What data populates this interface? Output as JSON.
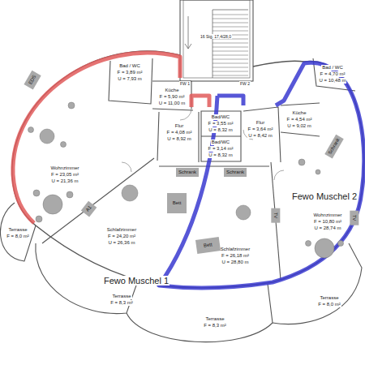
{
  "diagram": {
    "nodes": [
      {
        "text": [
          "EDS"
        ]
      },
      {
        "text": [
          "A1"
        ]
      },
      {
        "text": [
          "Schrank"
        ]
      },
      {
        "text": [
          "Schrank"
        ]
      },
      {
        "text": [
          "Bett"
        ]
      },
      {
        "text": [
          "Bett"
        ]
      },
      {
        "text": [
          "Schrank"
        ]
      },
      {
        "text": [
          "TV"
        ]
      },
      {
        "text": [
          "TV"
        ]
      }
    ],
    "labels": [
      "16 Stg. 17,4/28,0",
      "FW 1",
      "FW 2",
      "Bad / WC",
      "F = 3,89 m²",
      "U = 7,93 m",
      "Küche",
      "F = 5,90 m²",
      "U = 11,00 m",
      "Flur",
      "F = 4,08 m²",
      "U = 8,92 m",
      "Bad/WC",
      "F = 3,55 m²",
      "U = 8,32 m",
      "Bad/WC",
      "F = 3,14 m²",
      "U = 8,32 m",
      "Flur",
      "F = 3,64 m²",
      "U = 8,42 m",
      "Küche",
      "F = 4,54 m²",
      "U = 9,02 m",
      "Bad / WC",
      "F = 4,70 m²",
      "U = 10,48 m",
      "Wohnzimmer",
      "F = 23,05 m²",
      "U = 21,36 m",
      "Fewo Muschel 1",
      "Schlafzimmer",
      "F = 24,20 m²",
      "U = 26,36 m",
      "Schlafzimmer",
      "F = 26,18 m²",
      "U = 28,80 m",
      "Fewo Muschel 2",
      "Wohnzimmer",
      "F = 10,80 m²",
      "U = 28,74 m",
      "Terrasse",
      "F = 8,0 m²",
      "Terrasse",
      "F = 8,3 m²",
      "Terrasse",
      "F = 8,3 m²",
      "Terrasse",
      "F = 8,0 m²"
    ]
  }
}
